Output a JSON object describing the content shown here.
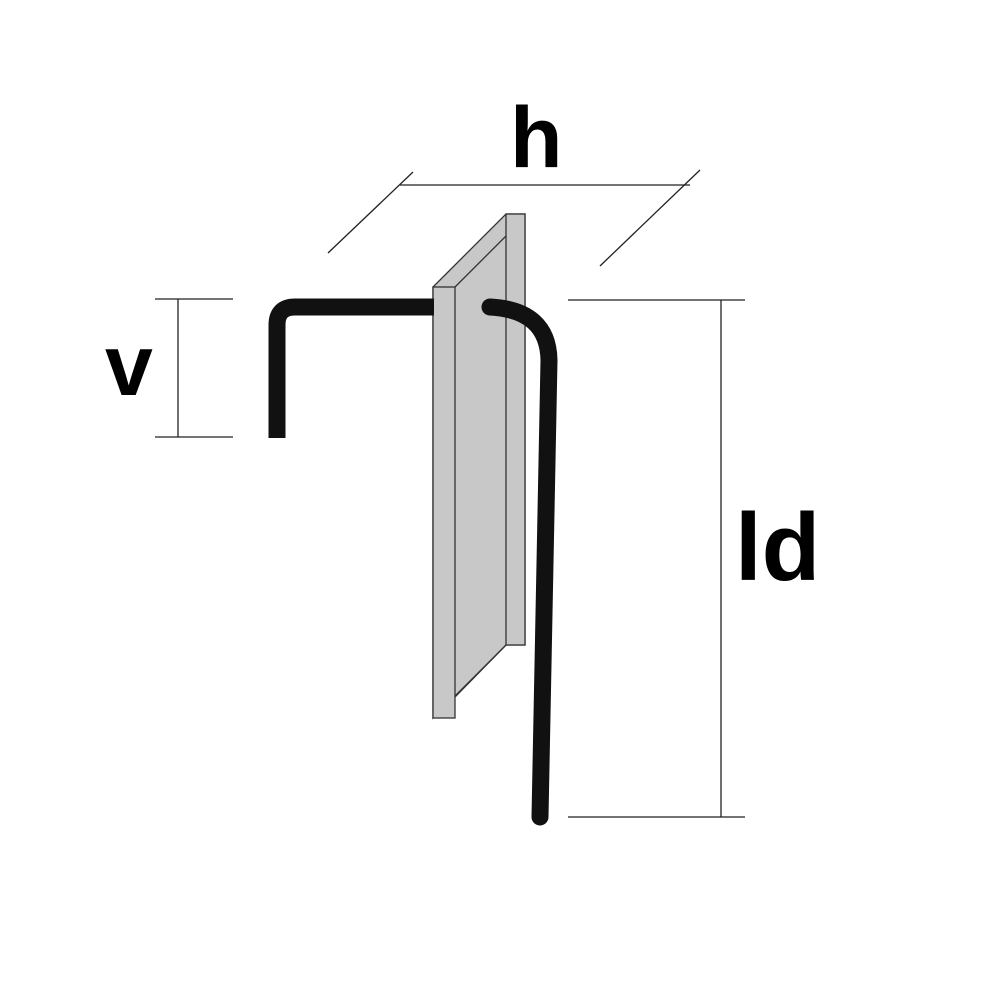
{
  "labels": {
    "h": "h",
    "v": "v",
    "ld": "ld"
  },
  "colors": {
    "plate": "#c8c8c8",
    "bar": "#111111",
    "line": "#222222"
  }
}
